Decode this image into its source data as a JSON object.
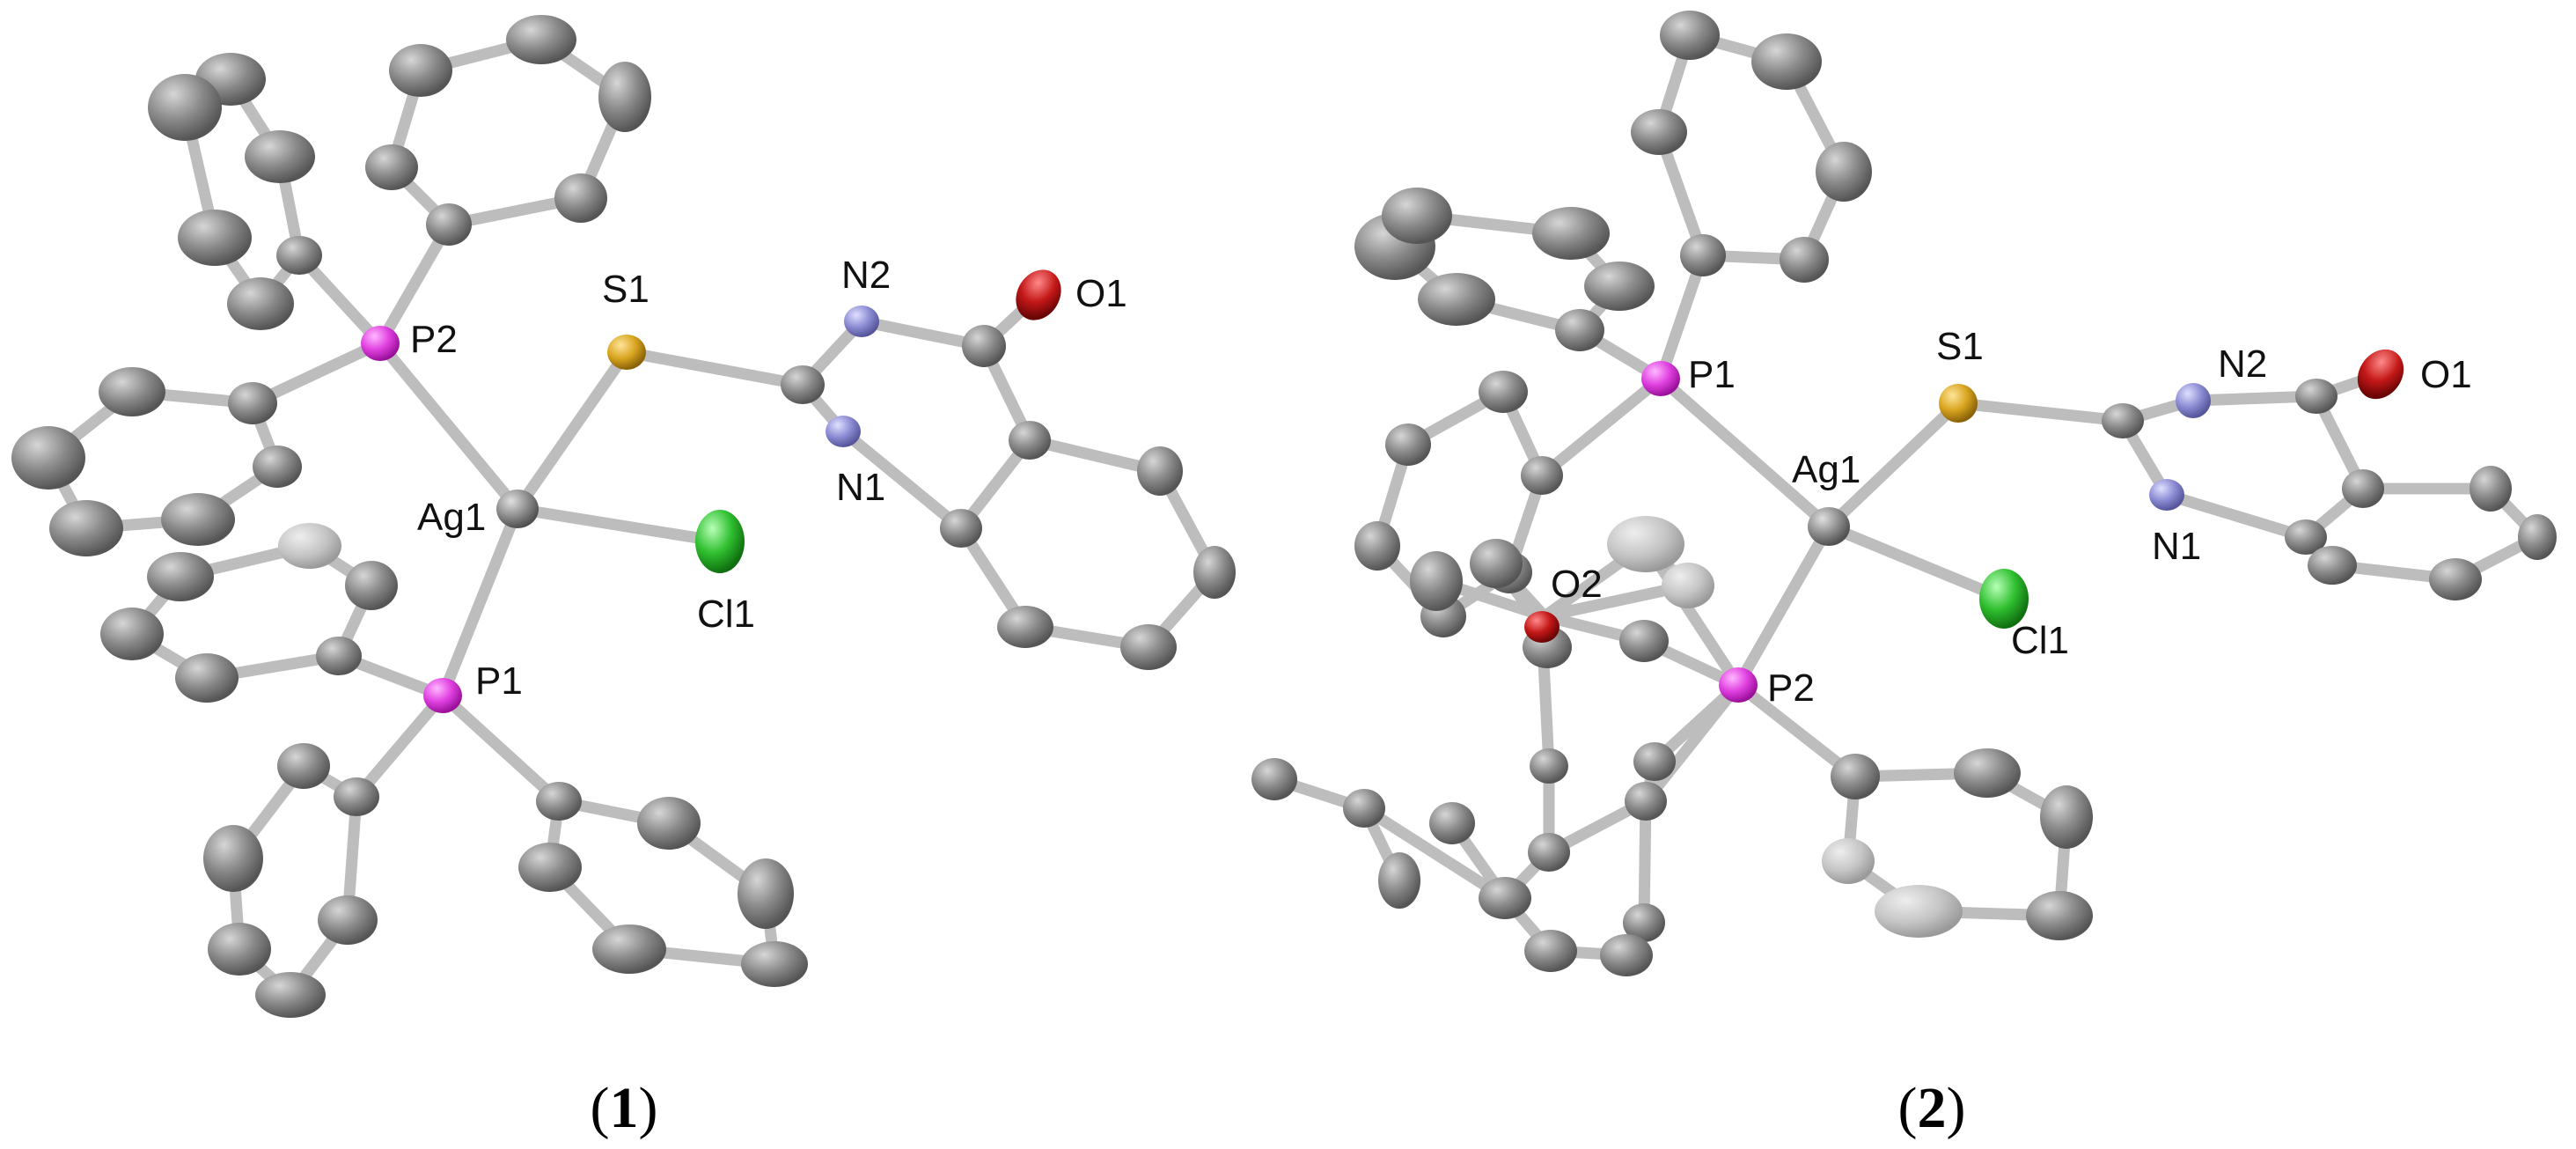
{
  "colors": {
    "carbon": "#8a8a8a",
    "carbon_light": "#c4c4c4",
    "bond": "#bdbdbd",
    "phosphorus": "#e040e0",
    "sulfur": "#d9a520",
    "nitrogen": "#8c8cd4",
    "oxygen": "#c41818",
    "chlorine": "#30c030",
    "silver": "#8a8a8a"
  },
  "structures": [
    {
      "caption_open": "(",
      "caption_number": "1",
      "caption_close": ")",
      "labels": {
        "p2": "P2",
        "s1": "S1",
        "n2": "N2",
        "o1": "O1",
        "ag1": "Ag1",
        "n1": "N1",
        "cl1": "Cl1",
        "p1": "P1"
      }
    },
    {
      "caption_open": "(",
      "caption_number": "2",
      "caption_close": ")",
      "labels": {
        "p1": "P1",
        "s1": "S1",
        "n2": "N2",
        "o1": "O1",
        "ag1": "Ag1",
        "n1": "N1",
        "o2": "O2",
        "cl1": "Cl1",
        "p2": "P2"
      }
    }
  ]
}
